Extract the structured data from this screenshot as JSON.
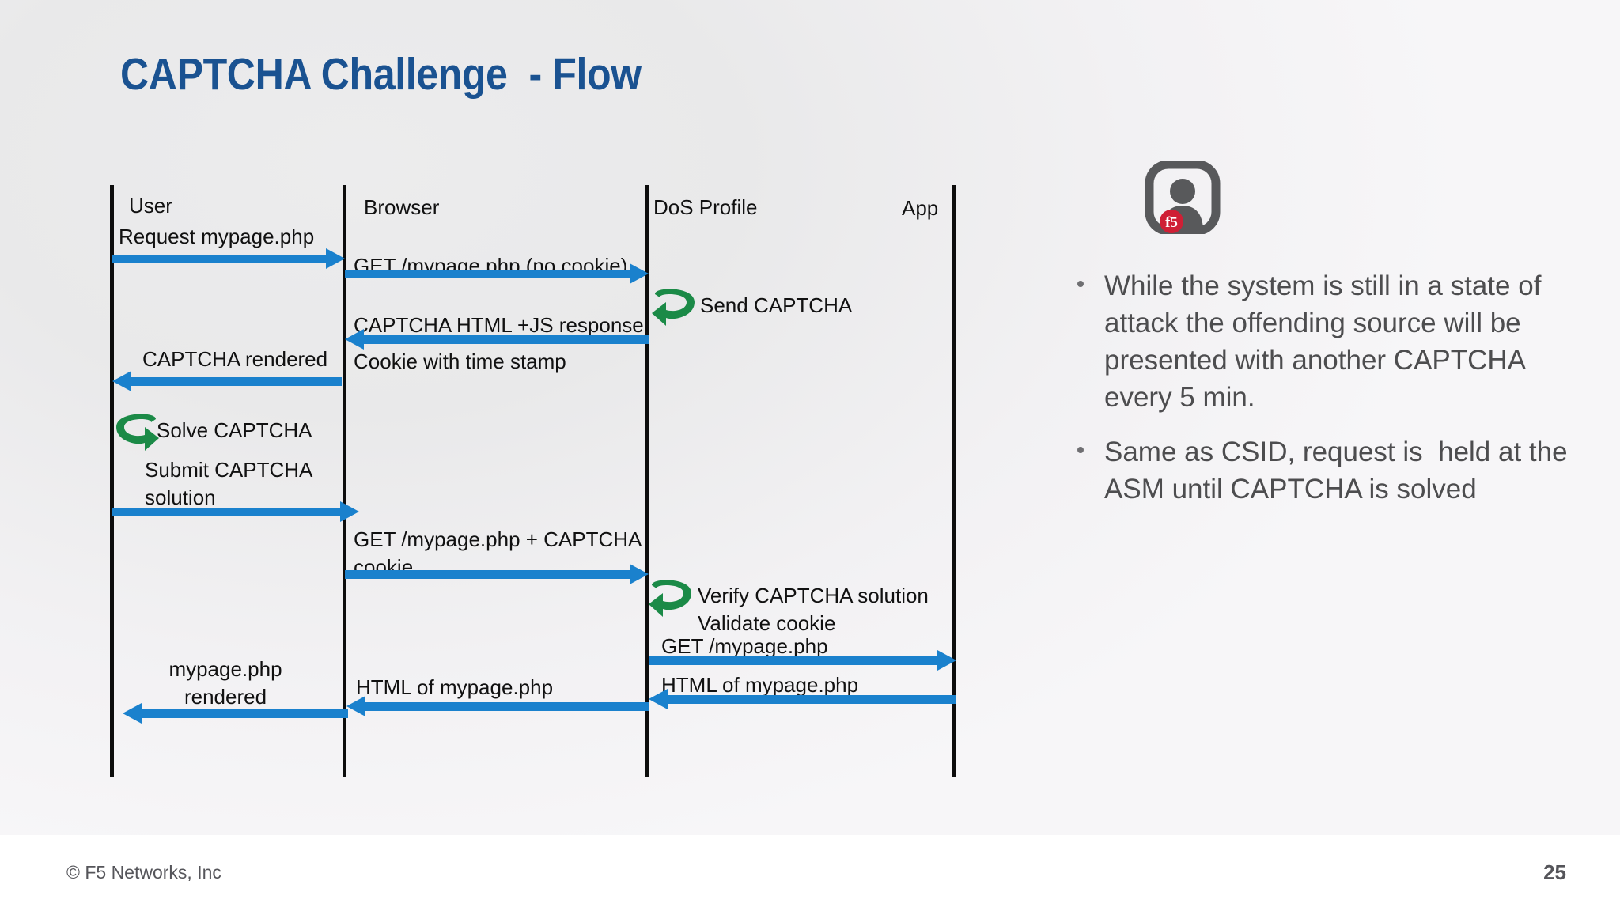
{
  "slide": {
    "title": "CAPTCHA Challenge  - Flow",
    "accent_color": "#1a5291",
    "arrow_color": "#1a81cd",
    "loop_color": "#1b8a47",
    "lifeline_color": "#0d0d0d",
    "body_text_color": "#4d4d4f"
  },
  "diagram": {
    "actors": [
      {
        "name": "User"
      },
      {
        "name": "Browser"
      },
      {
        "name": "DoS Profile"
      },
      {
        "name": "App"
      }
    ],
    "messages": [
      {
        "id": "m1",
        "label": "Request mypage.php",
        "from": "User",
        "to": "Browser",
        "direction": "right"
      },
      {
        "id": "m2",
        "label": "GET /mypage.php (no cookie)",
        "from": "Browser",
        "to": "DoS Profile",
        "direction": "right"
      },
      {
        "id": "m3",
        "label": "Send CAPTCHA",
        "actor": "DoS Profile",
        "direction": "self-loop"
      },
      {
        "id": "m4",
        "label": "CAPTCHA HTML +JS response",
        "from": "DoS Profile",
        "to": "Browser",
        "direction": "left"
      },
      {
        "id": "m5",
        "label": "Cookie with time stamp",
        "actor": "Browser",
        "direction": "note"
      },
      {
        "id": "m6",
        "label": "CAPTCHA rendered",
        "from": "Browser",
        "to": "User",
        "direction": "left"
      },
      {
        "id": "m7",
        "label": "Solve CAPTCHA",
        "actor": "User",
        "direction": "self-loop"
      },
      {
        "id": "m8",
        "label": "Submit CAPTCHA\nsolution",
        "from": "User",
        "to": "Browser",
        "direction": "right"
      },
      {
        "id": "m9",
        "label": "GET /mypage.php + CAPTCHA\ncookie",
        "from": "Browser",
        "to": "DoS Profile",
        "direction": "right"
      },
      {
        "id": "m10",
        "label": "Verify CAPTCHA solution\nValidate cookie",
        "actor": "DoS Profile",
        "direction": "self-loop"
      },
      {
        "id": "m11",
        "label": "GET /mypage.php",
        "from": "DoS Profile",
        "to": "App",
        "direction": "right"
      },
      {
        "id": "m12",
        "label": "HTML of mypage.php",
        "from": "App",
        "to": "DoS Profile",
        "direction": "left"
      },
      {
        "id": "m13",
        "label": "HTML of mypage.php",
        "from": "DoS Profile",
        "to": "Browser",
        "direction": "left"
      },
      {
        "id": "m14",
        "label": "mypage.php\nrendered",
        "from": "Browser",
        "to": "User",
        "direction": "left"
      }
    ]
  },
  "notes": {
    "icon_label": "f5",
    "bullets": [
      "While the system is still in a state of attack the offending source will be presented with another CAPTCHA every 5 min.",
      "Same as CSID, request is  held at the ASM until CAPTCHA is solved"
    ]
  },
  "footer": {
    "copyright": "© F5 Networks, Inc",
    "page_number": "25"
  }
}
